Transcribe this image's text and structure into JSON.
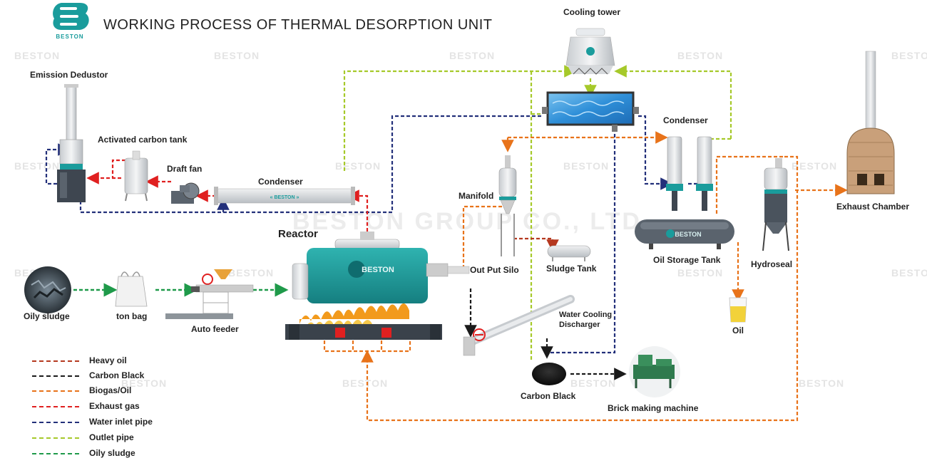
{
  "title": "WORKING PROCESS OF THERMAL DESORPTION UNIT",
  "logo": {
    "text": "BESTON",
    "brand_color": "#1a9c9c"
  },
  "watermark": {
    "text": "BESTON",
    "big_text": "BESTON GROUP CO., LTD"
  },
  "labels": {
    "cooling_tower": "Cooling tower",
    "emission_dedustor": "Emission Dedustor",
    "activated_carbon_tank": "Activated carbon tank",
    "draft_fan": "Draft fan",
    "condenser_left": "Condenser",
    "condenser_right": "Condenser",
    "manifold": "Manifold",
    "reactor": "Reactor",
    "out_put_silo": "Out Put Silo",
    "sludge_tank": "Sludge Tank",
    "oil_storage_tank": "Oil Storage Tank",
    "hydroseal": "Hydroseal",
    "exhaust_chamber": "Exhaust Chamber",
    "oily_sludge": "Oily sludge",
    "ton_bag": "ton bag",
    "auto_feeder": "Auto feeder",
    "water_cooling_discharger_1": "Water Cooling",
    "water_cooling_discharger_2": "Discharger",
    "carbon_black": "Carbon Black",
    "brick_machine": "Brick making machine",
    "oil": "Oil",
    "machine_brand": "BESTON"
  },
  "legend": [
    {
      "label": "Heavy oil",
      "color": "#b5381f"
    },
    {
      "label": "Carbon Black",
      "color": "#1a1a1a"
    },
    {
      "label": "Biogas/Oil",
      "color": "#e8731a"
    },
    {
      "label": "Exhaust gas",
      "color": "#e02020"
    },
    {
      "label": "Water inlet pipe",
      "color": "#23307a"
    },
    {
      "label": "Outlet pipe",
      "color": "#a6c92a"
    },
    {
      "label": "Oily sludge",
      "color": "#1f9a4a"
    }
  ],
  "colors": {
    "teal": "#1a9c9c",
    "water": "#2f8fd8",
    "flame": "#f29a1c"
  }
}
